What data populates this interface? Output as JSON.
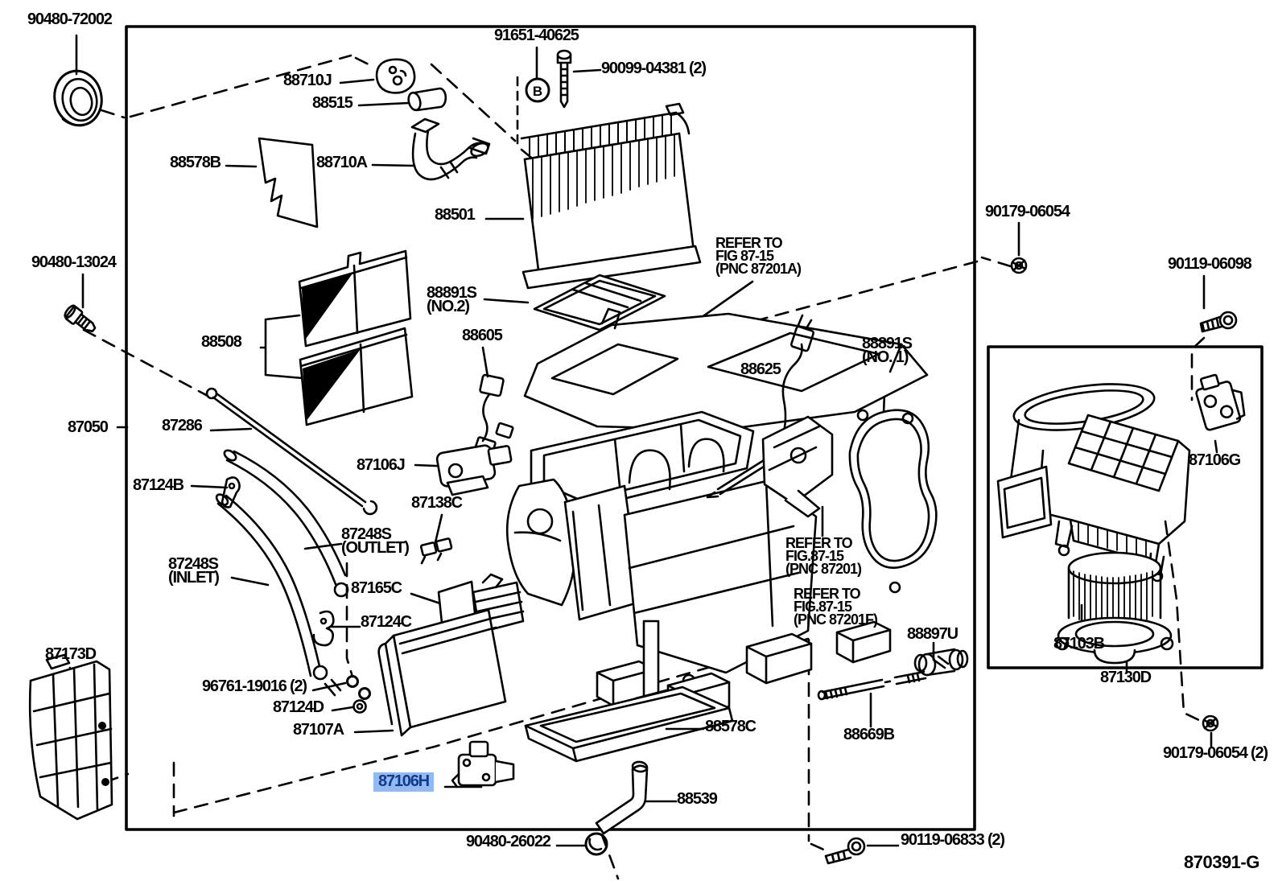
{
  "diagram": {
    "code": "870391-G",
    "marker_b": "B",
    "highlight_bg_color": "#8fbaf3",
    "highlight_text_color": "#17388a",
    "line_color": "#000000"
  },
  "labels": {
    "p90480_72002": "90480-72002",
    "p88710J": "88710J",
    "p88515": "88515",
    "p88578B": "88578B",
    "p88710A": "88710A",
    "p91651_40625": "91651-40625",
    "p90099_04381_2": "90099-04381 (2)",
    "p88501": "88501",
    "refer_a": "REFER TO\nFIG 87-15\n(PNC 87201A)",
    "p90179_06054": "90179-06054",
    "p90119_06098": "90119-06098",
    "p90480_13024": "90480-13024",
    "p88891S_no2": "88891S\n(NO.2)",
    "p88605": "88605",
    "p88625": "88625",
    "p88891S_no1": "88891S\n(NO. 1)",
    "p87050": "87050",
    "p87286": "87286",
    "p87106J": "87106J",
    "p87124B": "87124B",
    "p87138C": "87138C",
    "p87248S_outlet": "87248S\n(OUTLET)",
    "p87248S_inlet": "87248S\n(INLET)",
    "p87165C": "87165C",
    "refer_b": "REFER TO\nFIG.87-15\n(PNC 87201)",
    "p87124C": "87124C",
    "p96761_19016_2": "96761-19016 (2)",
    "p87124D": "87124D",
    "p87107A": "87107A",
    "p87173D": "87173D",
    "p88508": "88508",
    "p87106H": "87106H",
    "p88578C": "88578C",
    "p88539": "88539",
    "p90480_26022": "90480-26022",
    "refer_c": "REFER TO\nFIG.87-15\n(PNC 87201F)",
    "p88897U": "88897U",
    "p88669B": "88669B",
    "p87106G": "87106G",
    "p87103B": "87103B",
    "p87130D": "87130D",
    "p90179_06054_2": "90179-06054 (2)",
    "p90119_06833_2": "90119-06833 (2)"
  }
}
